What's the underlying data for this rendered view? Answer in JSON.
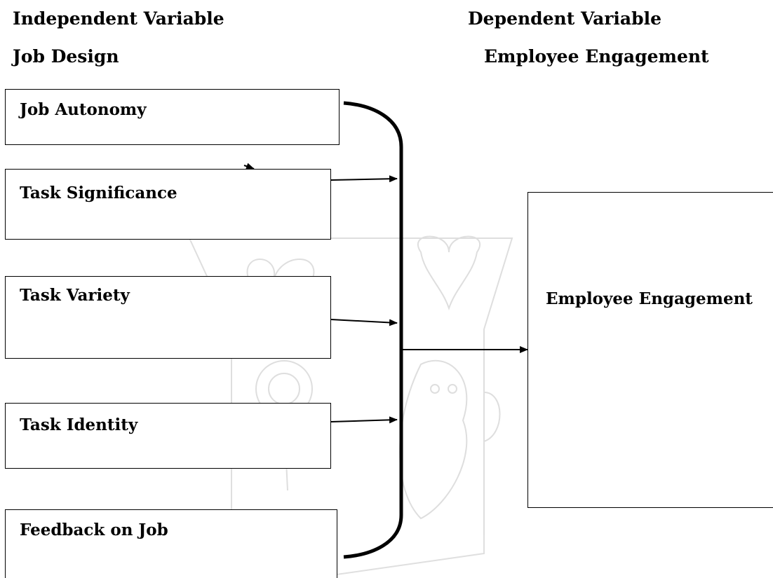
{
  "headings": {
    "independent_variable": "Independent Variable",
    "dependent_variable": "Dependent Variable",
    "job_design": "Job Design",
    "employee_engagement": "Employee Engagement"
  },
  "independent_boxes": [
    {
      "label": "Job Autonomy"
    },
    {
      "label": "Task Significance"
    },
    {
      "label": "Task Variety"
    },
    {
      "label": "Task Identity"
    },
    {
      "label": "Feedback on Job"
    }
  ],
  "dependent_box": {
    "label": "Employee Engagement"
  },
  "watermark": {
    "description_name": "university-crest-watermark",
    "color": "#b8b8b8"
  },
  "colors": {
    "line": "#000000",
    "box_border": "#000000"
  }
}
